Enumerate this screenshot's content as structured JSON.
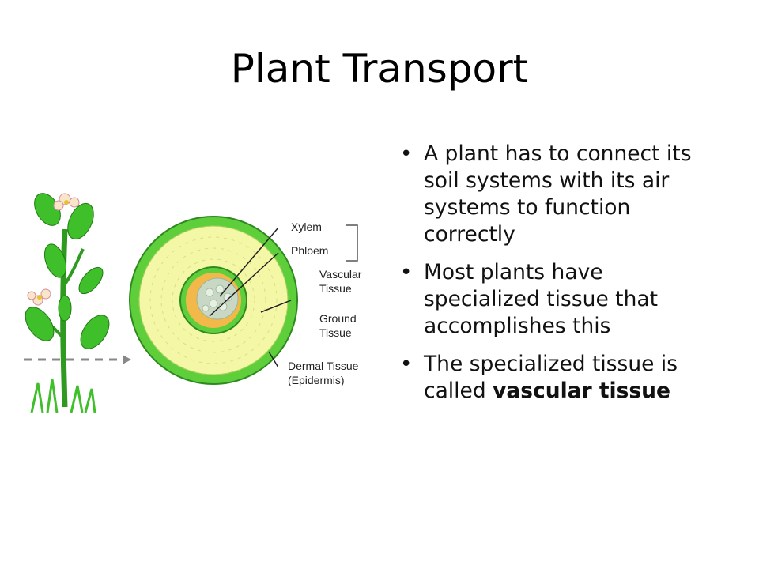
{
  "slide": {
    "title": "Plant Transport",
    "bullets": [
      {
        "text": "A plant has to connect its soil systems with its air systems to function correctly"
      },
      {
        "text": "Most plants have specialized tissue that accomplishes this"
      },
      {
        "text_before": "The specialized tissue is called ",
        "text_bold": "vascular tissue"
      }
    ]
  },
  "diagram": {
    "labels": {
      "xylem": "Xylem",
      "phloem": "Phloem",
      "vascular_1": "Vascular",
      "vascular_2": "Tissue",
      "ground_1": "Ground",
      "ground_2": "Tissue",
      "dermal_1": "Dermal Tissue",
      "dermal_2": "(Epidermis)"
    },
    "colors": {
      "epidermis": "#5ecf3a",
      "ground": "#f4f7a6",
      "phloem": "#f2b84a",
      "xylem": "#c9d8c4",
      "leaf": "#3fbf2a",
      "stem": "#2e9a1f"
    }
  }
}
